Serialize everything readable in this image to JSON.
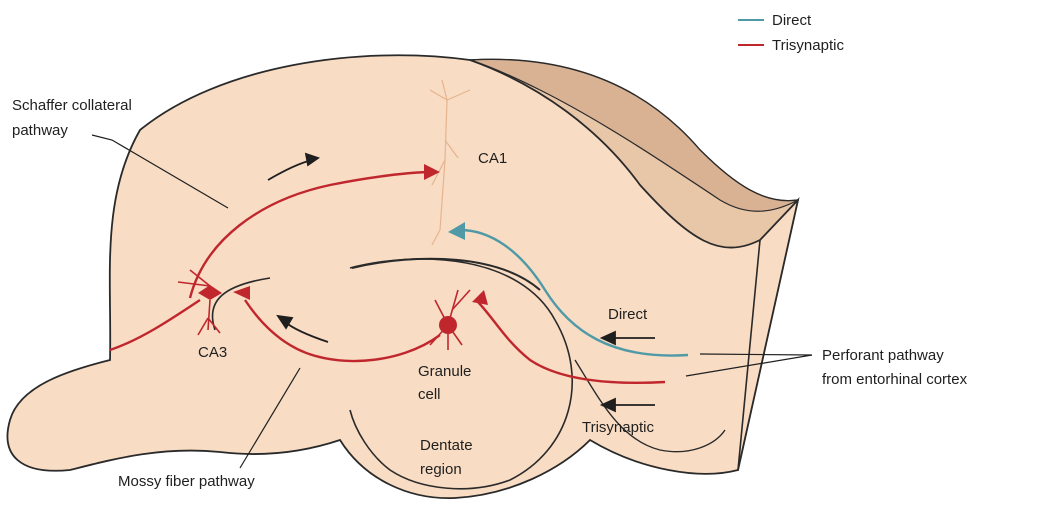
{
  "legend": {
    "direct": "Direct",
    "trisynaptic": "Trisynaptic"
  },
  "labels": {
    "schaffer_line1": "Schaffer collateral",
    "schaffer_line2": "pathway",
    "ca1": "CA1",
    "ca3": "CA3",
    "granule_line1": "Granule",
    "granule_line2": "cell",
    "dentate_line1": "Dentate",
    "dentate_line2": "region",
    "mossy": "Mossy fiber pathway",
    "direct": "Direct",
    "trisynaptic": "Trisynaptic",
    "perforant_line1": "Perforant pathway",
    "perforant_line2": "from entorhinal cortex"
  },
  "colors": {
    "tissue": "#f8dcc4",
    "tissue_shade": "#e3c3a6",
    "outline": "#2a2a2a",
    "trisynaptic": "#c0272d",
    "direct": "#4f9aa6",
    "ca1_neuron": "#e6b48e"
  }
}
